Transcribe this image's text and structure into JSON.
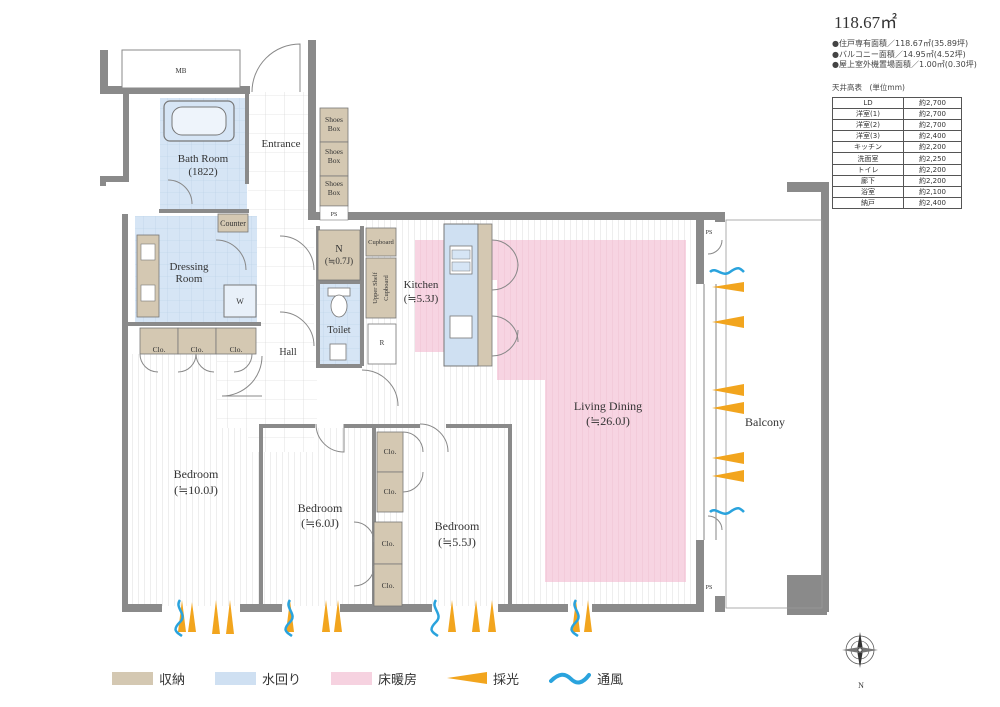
{
  "area_title": "118.67㎡",
  "specs": [
    "●住戸専有面積／118.67㎡(35.89坪)",
    "●バルコニー面積／14.95㎡(4.52坪)",
    "●屋上室外機置場面積／1.00㎡(0.30坪)"
  ],
  "ceiling": {
    "caption": "天井高表　(単位mm)",
    "rows": [
      {
        "room": "LD",
        "height": "約2,700"
      },
      {
        "room": "洋室(1)",
        "height": "約2,700"
      },
      {
        "room": "洋室(2)",
        "height": "約2,700"
      },
      {
        "room": "洋室(3)",
        "height": "約2,400"
      },
      {
        "room": "キッチン",
        "height": "約2,200"
      },
      {
        "room": "洗面室",
        "height": "約2,250"
      },
      {
        "room": "トイレ",
        "height": "約2,200"
      },
      {
        "room": "廊下",
        "height": "約2,200"
      },
      {
        "room": "浴室",
        "height": "約2,100"
      },
      {
        "room": "納戸",
        "height": "約2,400"
      }
    ]
  },
  "rooms": {
    "mb": "MB",
    "bath": "Bath Room",
    "bath_size": "(1822)",
    "entrance": "Entrance",
    "shoes": "Shoes",
    "box": "Box",
    "counter": "Counter",
    "dressing": "Dressing",
    "room": "Room",
    "w": "W",
    "ps": "PS",
    "n": "N",
    "n_size": "(≒0.7J)",
    "cupboard": "Cupboard",
    "upper_shelf": "Upper Shelf",
    "kitchen": "Kitchen",
    "kitchen_size": "(≒5.3J)",
    "toilet": "Toilet",
    "r": "R",
    "hall": "Hall",
    "clo": "Clo.",
    "living": "Living Dining",
    "living_size": "(≒26.0J)",
    "balcony": "Balcony",
    "bedroom": "Bedroom",
    "bed1_size": "(≒10.0J)",
    "bed2_size": "(≒6.0J)",
    "bed3_size": "(≒5.5J)"
  },
  "compass": {
    "n": "N"
  },
  "legend": {
    "storage": "収納",
    "water": "水回り",
    "floor_heating": "床暖房",
    "lighting": "採光",
    "ventilation": "通風"
  },
  "colors": {
    "storage": "#d4c8b2",
    "water": "#cfe0f2",
    "floor_heating": "#f6d2e0",
    "lighting": "#f2a51e",
    "ventilation": "#2aa3dd",
    "wall": "#8a8a8a"
  }
}
